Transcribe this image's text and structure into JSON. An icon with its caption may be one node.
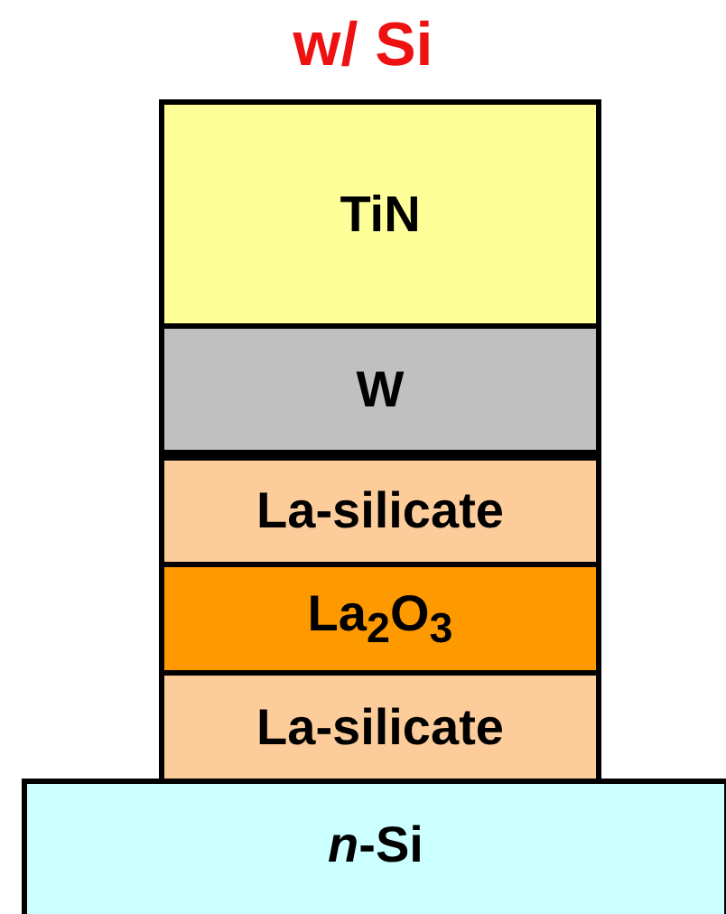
{
  "diagram": {
    "title": "w/ Si",
    "nodes": [
      {
        "text": [
          "TiN"
        ]
      },
      {
        "text": [
          "W"
        ]
      },
      {
        "text": [
          "La-silicate"
        ]
      },
      {
        "text": [
          "La$_{2}$O$_{3}$"
        ]
      },
      {
        "text": [
          "La-silicate"
        ]
      },
      {
        "text": [
          "*n*-Si"
        ]
      }
    ]
  }
}
